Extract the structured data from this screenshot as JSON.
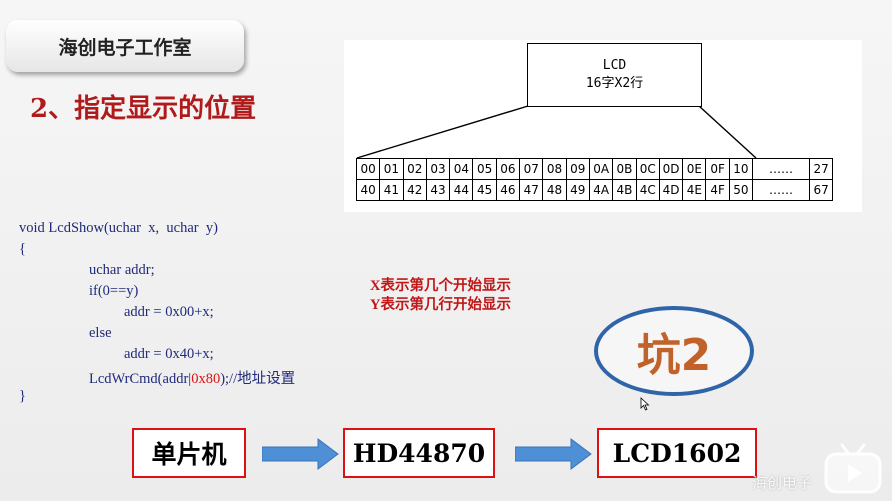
{
  "banner": {
    "title": "海创电子工作室"
  },
  "heading": "2、指定显示的位置",
  "diagram": {
    "lcd_title": "LCD",
    "lcd_subtitle": "16字X2行",
    "row1": [
      "00",
      "01",
      "02",
      "03",
      "04",
      "05",
      "06",
      "07",
      "08",
      "09",
      "0A",
      "0B",
      "0C",
      "0D",
      "0E",
      "0F",
      "10",
      "……",
      "27"
    ],
    "row2": [
      "40",
      "41",
      "42",
      "43",
      "44",
      "45",
      "46",
      "47",
      "48",
      "49",
      "4A",
      "4B",
      "4C",
      "4D",
      "4E",
      "4F",
      "50",
      "……",
      "67"
    ]
  },
  "code": {
    "l1": "void LcdShow(uchar  x,  uchar  y)",
    "l2": "{",
    "l3": "uchar addr;",
    "l4": "if(0==y)",
    "l5": "addr = 0x00+x;",
    "l6": "else",
    "l7": "addr = 0x40+x;",
    "l8_a": "LcdWrCmd(addr|",
    "l8_b": "0x80",
    "l8_c": ");//地址设置",
    "l9": "}"
  },
  "note": {
    "line1": "X表示第几个开始显示",
    "line2": "Y表示第几行开始显示"
  },
  "pit_label": "坑2",
  "flow": {
    "box1": "单片机",
    "box2": "HD44870",
    "box3": "LCD1602"
  },
  "watermark": "海创电子",
  "colors": {
    "accent_red": "#c01818",
    "ellipse_blue": "#2f64a8",
    "arrow_blue": "#4f8fd6",
    "code_blue": "#1f2a7a"
  }
}
